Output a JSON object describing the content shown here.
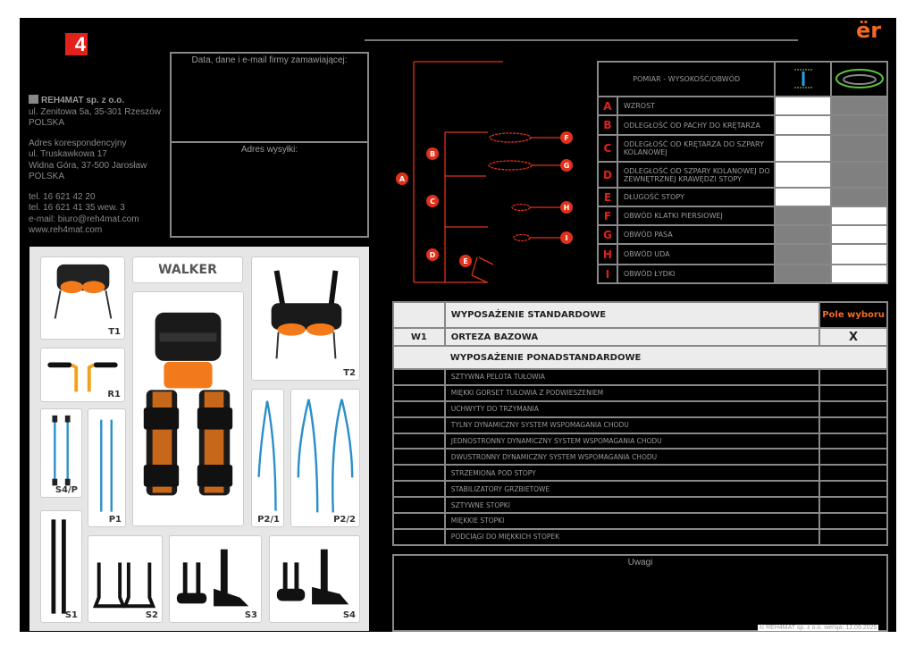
{
  "logo": {
    "mark": "4",
    "brand_right": "ër"
  },
  "order_box": {
    "company_label": "Data, dane i e-mail firmy zamawiającej:",
    "shipping_label": "Adres wysyłki:"
  },
  "address": {
    "company": "REH4MAT sp. z o.o.",
    "line1": "ul. Zenitowa 5a, 35-301 Rzeszów",
    "country1": "POLSKA",
    "corr_label": "Adres korespondencyjny",
    "corr1": "ul. Truskawkowa 17",
    "corr2": "Widna Góra, 37-500 Jarosław",
    "country2": "POLSKA",
    "tel1": "tel. 16 621 42 20",
    "tel2": "tel. 16 621 41 35 wew. 3",
    "email": "e-mail: biuro@reh4mat.com",
    "www": "www.reh4mat.com"
  },
  "products": {
    "title": "WALKER",
    "items": [
      "T1",
      "R1",
      "S4/P",
      "P1",
      "S1",
      "S2",
      "S3",
      "S4",
      "T2",
      "P2/1",
      "P2/2"
    ]
  },
  "diagram": {
    "labels": [
      "A",
      "B",
      "C",
      "D",
      "E",
      "F",
      "G",
      "H",
      "I"
    ]
  },
  "measurements": {
    "header": "POMIAR - WYSOKOŚĆ/OBWÓD",
    "rows": [
      {
        "letter": "A",
        "label": "WZROST",
        "type": "height"
      },
      {
        "letter": "B",
        "label": "ODLEGŁOŚĆ OD PACHY DO KRĘTARZA",
        "type": "height"
      },
      {
        "letter": "C",
        "label": "ODLEGŁOŚĆ OD KRĘTARZA DO SZPARY KOLANOWEJ",
        "type": "height"
      },
      {
        "letter": "D",
        "label": "ODLEGŁOŚĆ OD SZPARY KOLANOWEJ DO ZEWNĘTRZNEJ KRAWĘDZI STOPY",
        "type": "height"
      },
      {
        "letter": "E",
        "label": "DŁUGOŚĆ STOPY",
        "type": "height"
      },
      {
        "letter": "F",
        "label": "OBWÓD KLATKI PIERSIOWEJ",
        "type": "circ"
      },
      {
        "letter": "G",
        "label": "OBWÓD PASA",
        "type": "circ"
      },
      {
        "letter": "H",
        "label": "OBWÓD UDA",
        "type": "circ"
      },
      {
        "letter": "I",
        "label": "OBWÓD ŁYDKI",
        "type": "circ"
      }
    ]
  },
  "equipment": {
    "standard_label": "WYPOSAŻENIE STANDARDOWE",
    "choice_label": "Pole wyboru",
    "w1_code": "W1",
    "w1_label": "ORTEZA BAZOWA",
    "w1_mark": "X",
    "extra_label": "WYPOSAŻENIE PONADSTANDARDOWE",
    "extras": [
      "SZTYWNA PELOTA TUŁOWIA",
      "MIĘKKI GORSET TUŁOWIA Z PODWIESZENIEM",
      "UCHWYTY DO TRZYMANIA",
      "TYLNY DYNAMICZNY SYSTEM WSPOMAGANIA CHODU",
      "JEDNOSTRONNY DYNAMICZNY SYSTEM WSPOMAGANIA CHODU",
      "DWUSTRONNY DYNAMICZNY SYSTEM WSPOMAGANIA CHODU",
      "STRZEMIONA POD STOPY",
      "STABILIZATORY GRZBIETOWE",
      "SZTYWNE STOPKI",
      "MIĘKKIE STOPKI",
      "PODCIĄGI DO MIĘKKICH STOPEK"
    ]
  },
  "notes": {
    "label": "Uwagi"
  },
  "footer": "© REH4MAT sp. z o.o. wersja: 12.09.2025",
  "colors": {
    "accent": "#e0211c",
    "orange": "#f26b21"
  }
}
